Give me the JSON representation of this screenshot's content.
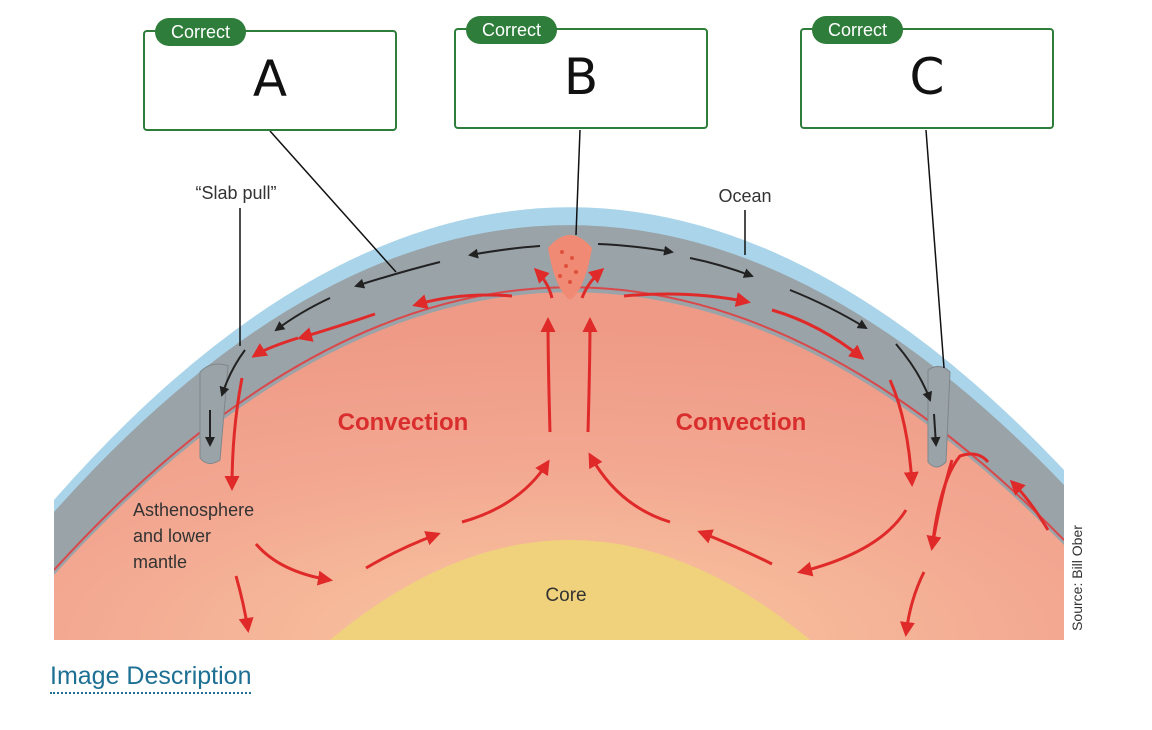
{
  "diagram": {
    "labels": {
      "slab_pull": "“Slab pull”",
      "ocean": "Ocean",
      "convection_left": "Convection",
      "convection_right": "Convection",
      "asthenosphere_line1": "Asthenosphere",
      "asthenosphere_line2": "and lower",
      "asthenosphere_line3": "mantle",
      "core": "Core",
      "source": "Source: Bill Ober"
    },
    "colors": {
      "ocean": "#a9d4ea",
      "lithosphere": "#9aa3a8",
      "mantle": "#f2a08e",
      "core": "#f0d27c",
      "arrow_red": "#e02a2a",
      "arrow_dark": "#222222",
      "label_red": "#d92e2e"
    }
  },
  "answers": [
    {
      "badge": "Correct",
      "value": "A"
    },
    {
      "badge": "Correct",
      "value": "B"
    },
    {
      "badge": "Correct",
      "value": "C"
    }
  ],
  "image_description_link": "Image Description"
}
